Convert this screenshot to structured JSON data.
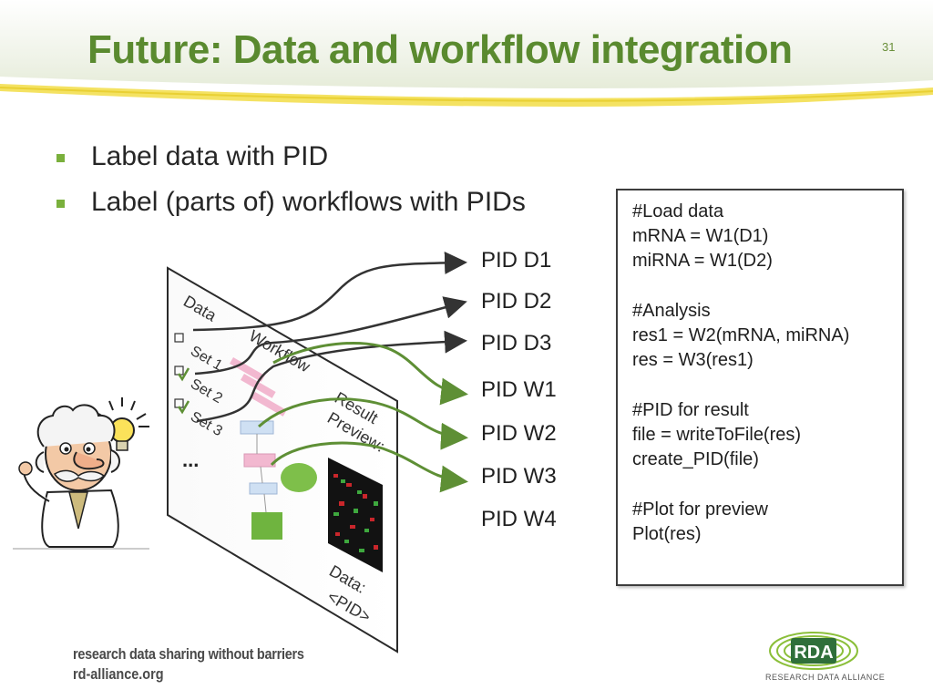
{
  "slide": {
    "title": "Future: Data and workflow integration",
    "number": "31"
  },
  "bullets": [
    "Label data with PID",
    "Label (parts of) workflows with PIDs"
  ],
  "pids": [
    "PID D1",
    "PID D2",
    "PID D3",
    "PID W1",
    "PID W2",
    "PID W3",
    "PID W4"
  ],
  "code_lines": [
    "#Load data",
    "mRNA = W1(D1)",
    "miRNA = W1(D2)",
    "",
    "#Analysis",
    "res1 = W2(mRNA, miRNA)",
    "res = W3(res1)",
    "",
    "#PID for result",
    "file = writeToFile(res)",
    "create_PID(file)",
    "",
    "#Plot for preview",
    "Plot(res)"
  ],
  "panel": {
    "data_heading": "Data",
    "set_labels": [
      "Set 1",
      "Set 2",
      "Set 3"
    ],
    "ellipsis": "...",
    "workflow_label": "Workflow",
    "result_label": "Result",
    "preview_label": "Preview:",
    "data_pid_label": "Data:",
    "data_pid_value": "<PID>"
  },
  "footer": {
    "line1": "research data sharing without barriers",
    "line2": "rd-alliance.org",
    "logo_text": "RDA",
    "logo_caption": "RESEARCH DATA ALLIANCE"
  },
  "colors": {
    "title": "#5a8a2f",
    "bullet": "#7ab03c",
    "green_arrow": "#5e8f35",
    "dark_arrow": "#333333"
  }
}
